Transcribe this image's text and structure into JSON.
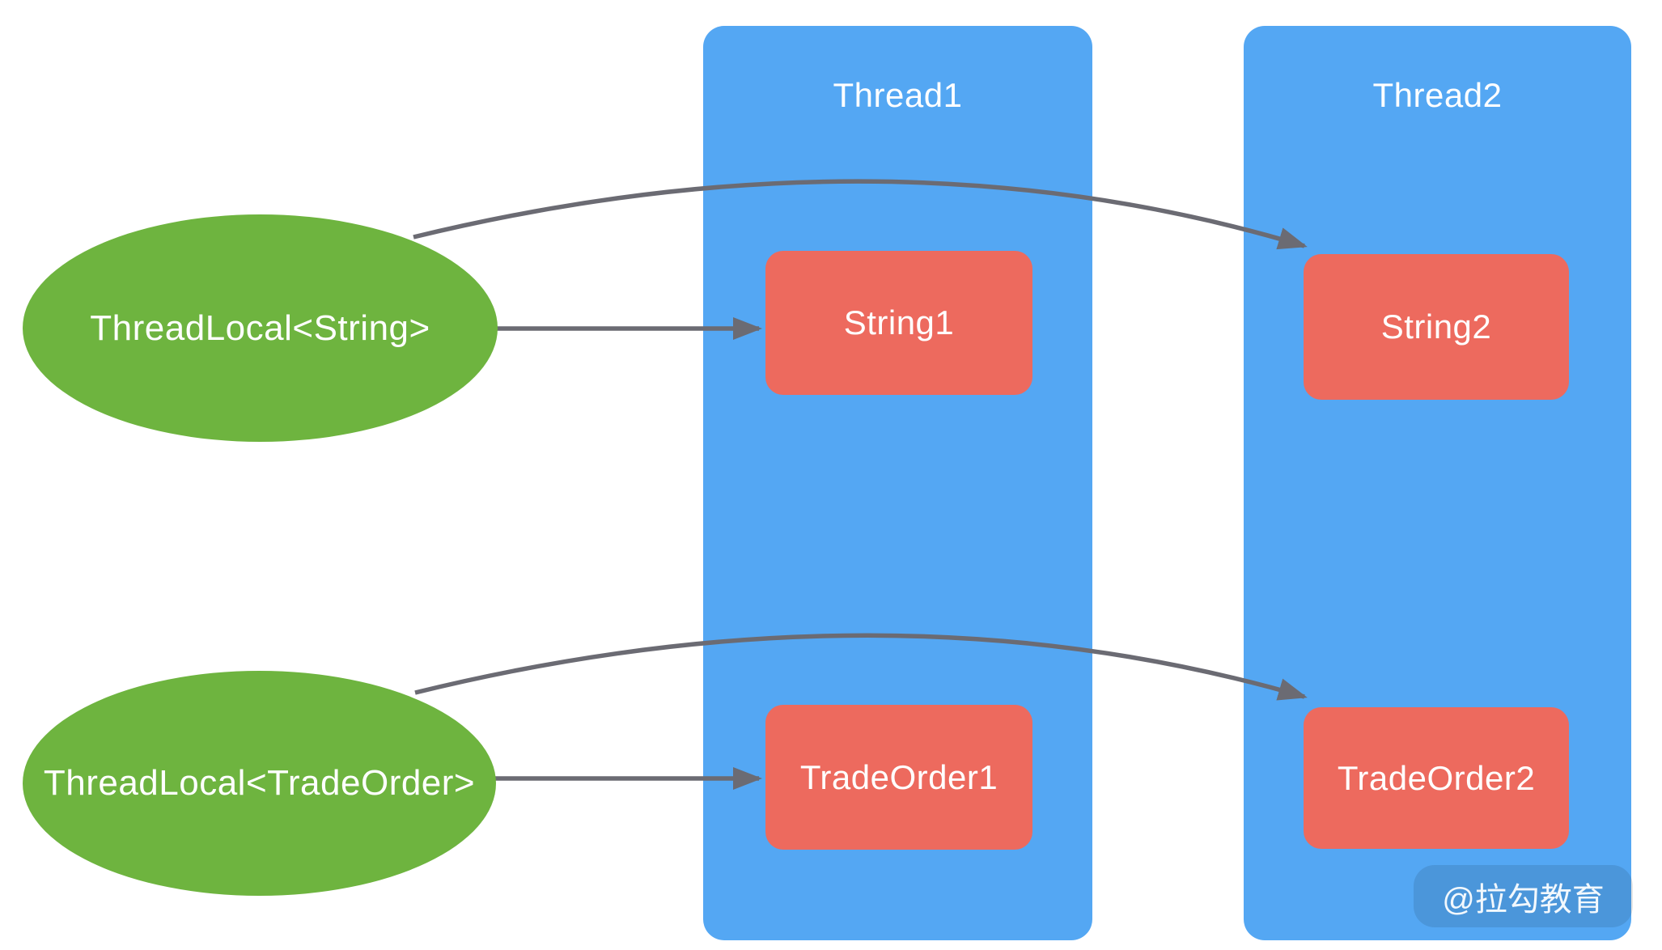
{
  "locals": [
    {
      "id": "threadlocal-string",
      "label": "ThreadLocal<String>"
    },
    {
      "id": "threadlocal-tradeorder",
      "label": "ThreadLocal<TradeOrder>"
    }
  ],
  "threads": [
    {
      "label": "Thread1",
      "items": [
        {
          "label": "String1"
        },
        {
          "label": "TradeOrder1"
        }
      ]
    },
    {
      "label": "Thread2",
      "items": [
        {
          "label": "String2"
        },
        {
          "label": "TradeOrder2"
        }
      ]
    }
  ],
  "arrows": [
    {
      "from": "ThreadLocal<String>",
      "to": "String1",
      "style": "straight"
    },
    {
      "from": "ThreadLocal<String>",
      "to": "String2",
      "style": "curved"
    },
    {
      "from": "ThreadLocal<TradeOrder>",
      "to": "TradeOrder1",
      "style": "straight"
    },
    {
      "from": "ThreadLocal<TradeOrder>",
      "to": "TradeOrder2",
      "style": "curved"
    }
  ],
  "watermark": {
    "label": "@拉勾教育"
  },
  "colors": {
    "green": "#6EB43F",
    "blue": "#54A7F3",
    "red": "#ED6A5E",
    "arrow": "#6B6B73",
    "text": "#FFFFFF"
  }
}
